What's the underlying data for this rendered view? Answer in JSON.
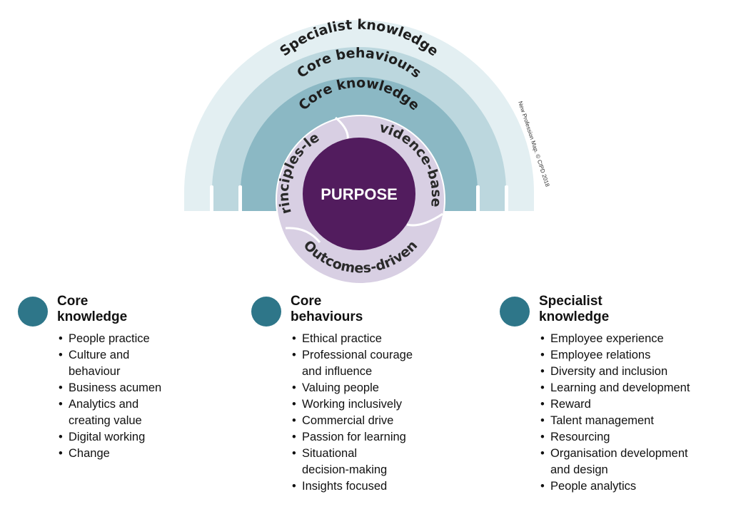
{
  "diagram": {
    "arcs": [
      {
        "label": "Specialist knowledge",
        "color": "#e3eff2"
      },
      {
        "label": "Core behaviours",
        "color": "#bcd7de"
      },
      {
        "label": "Core knowledge",
        "color": "#8bb8c4"
      }
    ],
    "ring_segments": [
      "Principles-led",
      "Evidence-based",
      "Outcomes-driven"
    ],
    "ring_color": "#d8cfe3",
    "center_label": "PURPOSE",
    "center_color": "#521c5e",
    "copyright": "New Profession Map. © CIPD 2018"
  },
  "columns": [
    {
      "title_line1": "Core",
      "title_line2": "knowledge",
      "dot_color": "#2e7689",
      "items": [
        {
          "lines": [
            "People practice"
          ]
        },
        {
          "lines": [
            "Culture and",
            "behaviour"
          ]
        },
        {
          "lines": [
            "Business acumen"
          ]
        },
        {
          "lines": [
            "Analytics and",
            "creating value"
          ]
        },
        {
          "lines": [
            "Digital working"
          ]
        },
        {
          "lines": [
            "Change"
          ]
        }
      ]
    },
    {
      "title_line1": "Core",
      "title_line2": "behaviours",
      "dot_color": "#2e7689",
      "items": [
        {
          "lines": [
            "Ethical practice"
          ]
        },
        {
          "lines": [
            "Professional courage",
            "and influence"
          ]
        },
        {
          "lines": [
            "Valuing people"
          ]
        },
        {
          "lines": [
            "Working inclusively"
          ]
        },
        {
          "lines": [
            "Commercial drive"
          ]
        },
        {
          "lines": [
            "Passion for learning"
          ]
        },
        {
          "lines": [
            "Situational",
            "decision-making"
          ]
        },
        {
          "lines": [
            "Insights focused"
          ]
        }
      ]
    },
    {
      "title_line1": "Specialist",
      "title_line2": "knowledge",
      "dot_color": "#2e7689",
      "items": [
        {
          "lines": [
            "Employee experience"
          ]
        },
        {
          "lines": [
            "Employee relations"
          ]
        },
        {
          "lines": [
            "Diversity and inclusion"
          ]
        },
        {
          "lines": [
            "Learning and development"
          ]
        },
        {
          "lines": [
            "Reward"
          ]
        },
        {
          "lines": [
            "Talent management"
          ]
        },
        {
          "lines": [
            "Resourcing"
          ]
        },
        {
          "lines": [
            "Organisation development",
            "and design"
          ]
        },
        {
          "lines": [
            "People analytics"
          ]
        }
      ]
    }
  ]
}
